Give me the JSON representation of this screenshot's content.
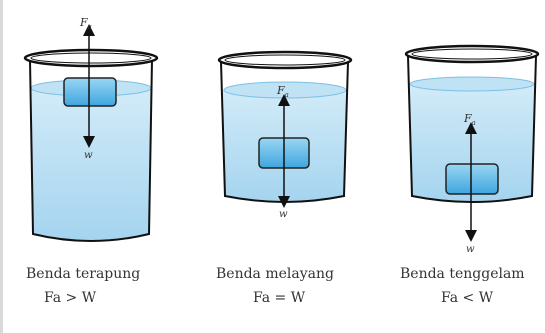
{
  "panels": [
    {
      "caption": "Benda terapung",
      "relation": "Fa > W",
      "force_up": "F",
      "force_up_sub": "a",
      "force_down": "w"
    },
    {
      "caption": "Benda melayang",
      "relation": "Fa = W",
      "force_up": "F",
      "force_up_sub": "a",
      "force_down": "w"
    },
    {
      "caption": "Benda tenggelam",
      "relation": "Fa < W",
      "force_up": "F",
      "force_up_sub": "a",
      "force_down": "w"
    }
  ],
  "colors": {
    "water_top": "#c7e6f6",
    "water_bottom": "#9fd0ee",
    "beaker_outline": "#1a1a1a",
    "block_fill": "#5cb7e6",
    "arrow": "#111111"
  }
}
